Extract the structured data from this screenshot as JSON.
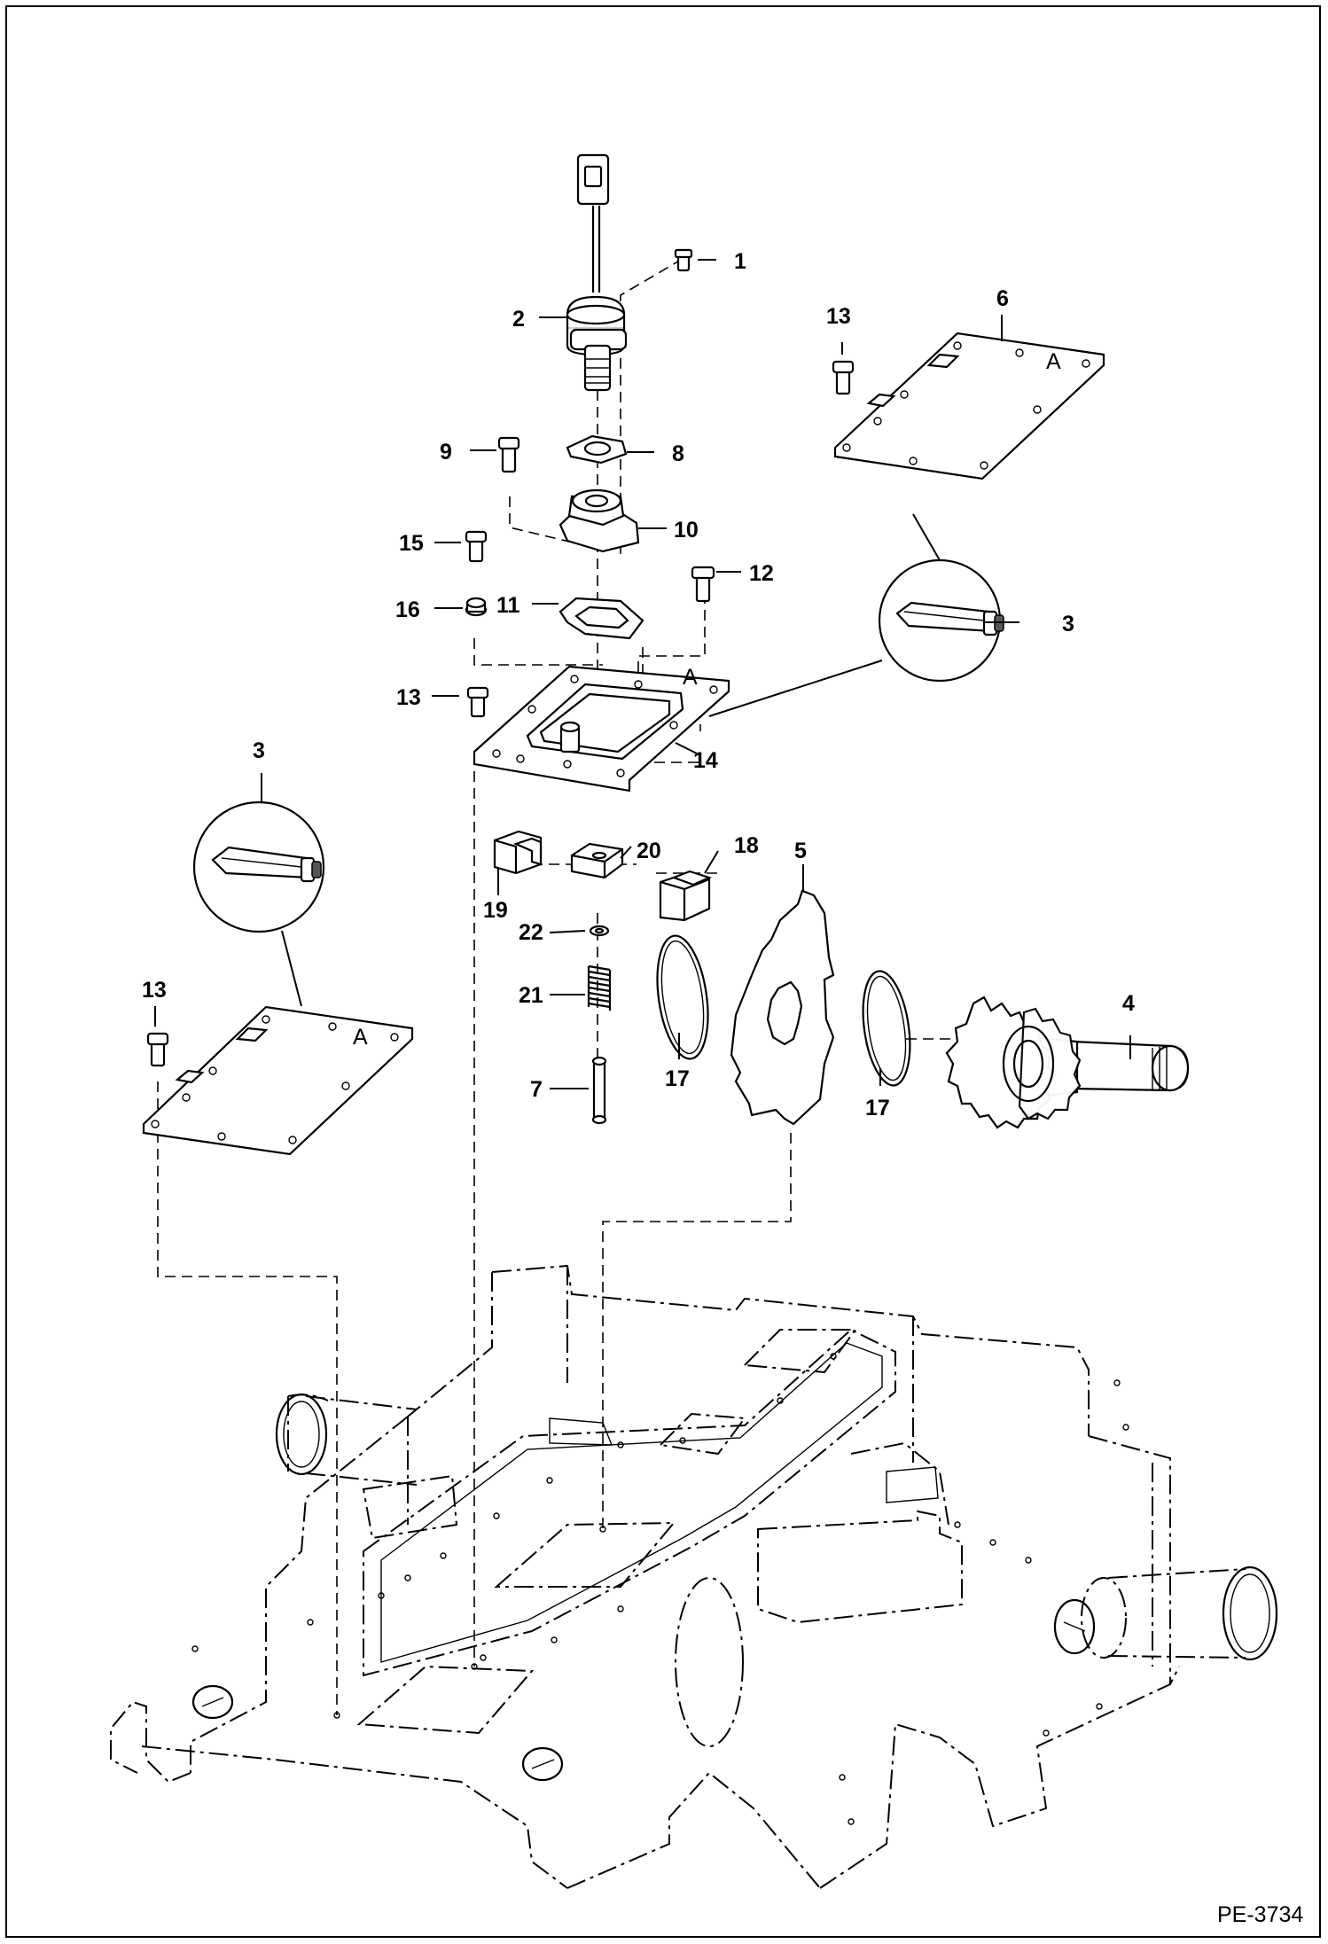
{
  "diagram": {
    "reference": "PE-3734",
    "callouts": {
      "c1": "1",
      "c2": "2",
      "c3a": "3",
      "c3b": "3",
      "c4": "4",
      "c5": "5",
      "c6": "6",
      "c7": "7",
      "c8": "8",
      "c9": "9",
      "c10": "10",
      "c11": "11",
      "c12": "12",
      "c13a": "13",
      "c13b": "13",
      "c13c": "13",
      "c14": "14",
      "c15": "15",
      "c16": "16",
      "c17a": "17",
      "c17b": "17",
      "c18": "18",
      "c19": "19",
      "c20": "20",
      "c21": "21",
      "c22": "22"
    }
  }
}
